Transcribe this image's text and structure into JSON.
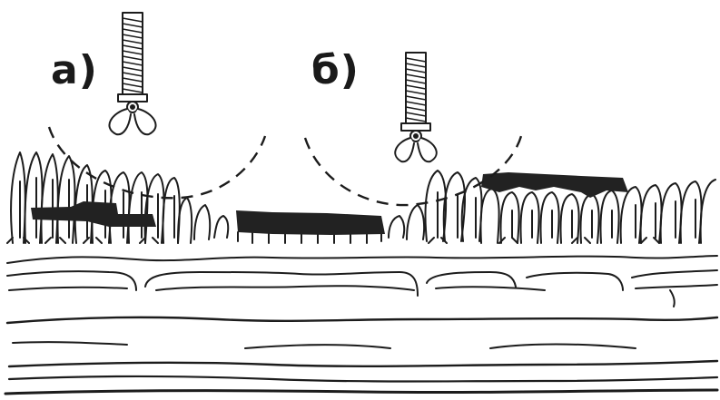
{
  "panels": [
    {
      "id": "a",
      "label": "а)"
    },
    {
      "id": "b",
      "label": "б)"
    }
  ],
  "colors": {
    "ink": "#1c1c1c",
    "background": "#ffffff",
    "lesion": "#222222"
  },
  "icons": [
    "endoscopic-forceps-icon",
    "endoscopic-forceps-icon"
  ]
}
